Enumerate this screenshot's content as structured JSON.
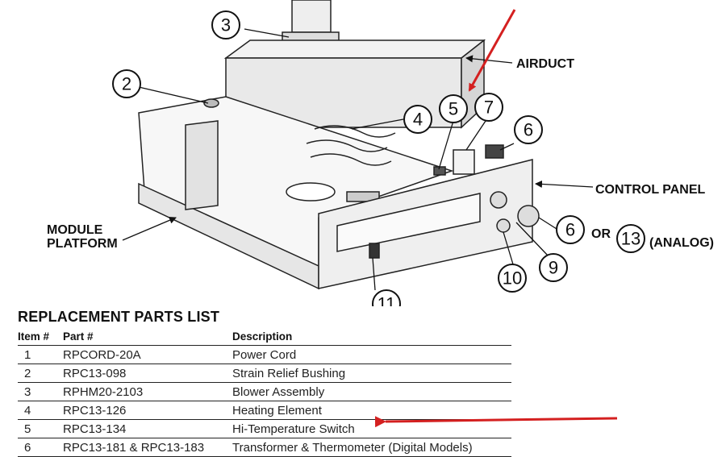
{
  "diagram": {
    "labels": {
      "airduct": "AIRDUCT",
      "control_panel": "CONTROL PANEL",
      "module": "MODULE",
      "platform": "PLATFORM",
      "or": "OR",
      "analog": "(ANALOG)"
    },
    "callouts": [
      "3",
      "2",
      "4",
      "5",
      "7",
      "6",
      "6",
      "13",
      "9",
      "10",
      "11"
    ]
  },
  "parts_list": {
    "title": "REPLACEMENT PARTS LIST",
    "headers": [
      "Item #",
      "Part #",
      "Description"
    ],
    "rows": [
      {
        "item": "1",
        "part": "RPCORD-20A",
        "desc": "Power Cord"
      },
      {
        "item": "2",
        "part": "RPC13-098",
        "desc": "Strain Relief Bushing"
      },
      {
        "item": "3",
        "part": "RPHM20-2103",
        "desc": "Blower Assembly"
      },
      {
        "item": "4",
        "part": "RPC13-126",
        "desc": "Heating Element"
      },
      {
        "item": "5",
        "part": "RPC13-134",
        "desc": "Hi-Temperature Switch"
      },
      {
        "item": "6",
        "part": "RPC13-181 & RPC13-183",
        "desc": "Transformer & Thermometer (Digital Models)"
      }
    ]
  },
  "annotation_color": "#d42020"
}
